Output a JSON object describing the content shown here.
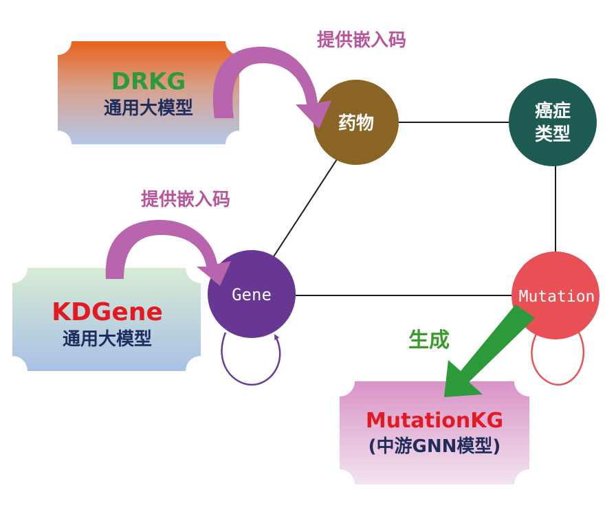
{
  "boxes": {
    "drkg": {
      "title": "DRKG",
      "subtitle": "通用大模型"
    },
    "kdgene": {
      "title": "KDGene",
      "subtitle": "通用大模型"
    },
    "mutationkg": {
      "title": "MutationKG",
      "subtitle": "(中游GNN模型)"
    }
  },
  "nodes": {
    "drug": "药物",
    "cancer_line1": "癌症",
    "cancer_line2": "类型",
    "gene": "Gene",
    "mutation": "Mutation"
  },
  "arrows": {
    "embed_top": "提供嵌入码",
    "embed_left": "提供嵌入码",
    "generate": "生成"
  },
  "colors": {
    "drkg_title": "#2e9b3a",
    "kdgene_title": "#e21b23",
    "mutationkg_title": "#e21b23",
    "subtitle": "#1f2d5c",
    "embed_label": "#b8559a",
    "generate_label": "#3a9a2a",
    "drug_node": "#8a6424",
    "cancer_node": "#1c5a52",
    "gene_node": "#673793",
    "mutation_node": "#e85055",
    "purple_arrow": "#b865ae",
    "green_arrow": "#2c9a3a",
    "edge": "#1a1a1a"
  }
}
